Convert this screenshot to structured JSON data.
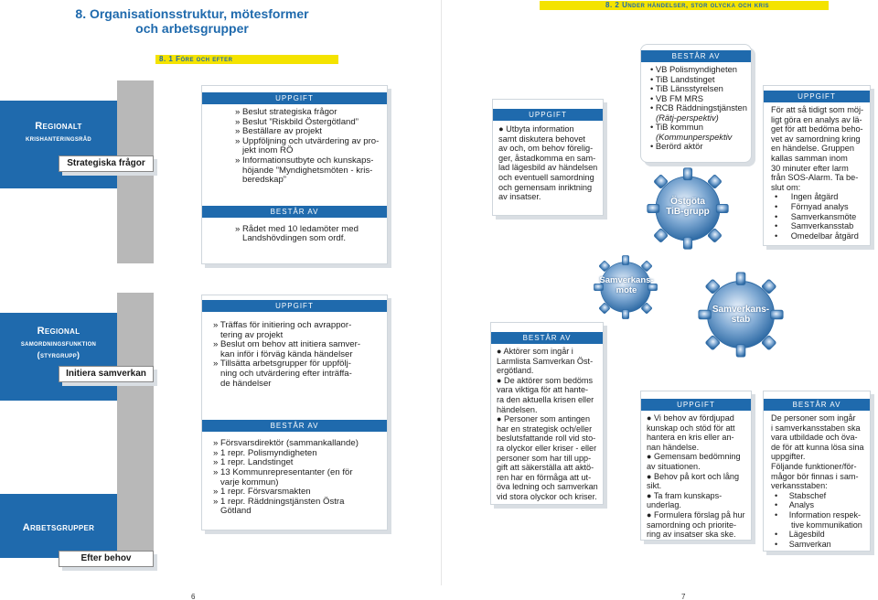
{
  "header": {
    "title_line1": "8. Organisationsstruktur, mötesformer",
    "title_line2": "och arbetsgrupper",
    "section_81": "8. 1 Före och efter",
    "section_82": "8. 2 Under händelser, stor olycka och kris"
  },
  "levels": {
    "regional_kris": {
      "line1": "Regionalt",
      "line2": "krishanteringsråd",
      "tag": "Strategiska frågor"
    },
    "samordning": {
      "line1": "Regional",
      "line2": "samordningsfunktion",
      "line3": "(styrgrupp)",
      "tag": "Initiera samverkan"
    },
    "arbetsgrupper": {
      "label": "Arbetsgrupper",
      "tag": "Efter behov"
    }
  },
  "panel_kris": {
    "uppgift_head": "UPPGIFT",
    "uppgift_lines": [
      "» Beslut strategiska frågor",
      "» Beslut ”Riskbild Östergötland”",
      "» Beställare av projekt",
      "» Uppföljning och utvärdering av pro-",
      "jekt inom RÖ",
      "» Informationsutbyte och kunskaps-",
      "höjande ”Myndighetsmöten - kris-",
      "beredskap”"
    ],
    "bestar_head": "BESTÅR AV",
    "bestar_lines": [
      "» Rådet med 10 ledamöter med",
      "Landshövdingen som ordf."
    ]
  },
  "panel_samordning": {
    "uppgift_head": "UPPGIFT",
    "uppgift_lines": [
      "» Träffas för initiering och avrappor-",
      "tering av projekt",
      "» Beslut om behov att initiera samver-",
      "kan inför i förväg kända händelser",
      "» Tillsätta arbetsgrupper för uppfölj-",
      "ning och utvärdering efter inträffa-",
      "de händelser"
    ],
    "bestar_head": "BESTÅR AV",
    "bestar_lines": [
      "» Försvarsdirektör (sammankallande)",
      "» 1 repr. Polismyndigheten",
      "» 1 repr. Landstinget",
      "» 13 Kommunrepresentanter (en för",
      "varje kommun)",
      "» 1 repr. Försvarsmakten",
      "» 1 repr. Räddningstjänsten Östra",
      "Götland"
    ]
  },
  "panel_tib_uppgift": {
    "head": "UPPGIFT",
    "lines": [
      "● Utbyta information",
      "samt diskutera behovet",
      "av och, om behov förelig-",
      "ger, åstadkomma en sam-",
      "lad lägesbild av händelsen",
      "och eventuell samordning",
      "och gemensam inriktning",
      "av insatser."
    ]
  },
  "panel_tib_bestar": {
    "head": "BESTÅR AV",
    "lines": [
      "• VB Polismyndigheten",
      "• TiB Landstinget",
      "• TiB Länsstyrelsen",
      "• VB FM MRS",
      "• RCB Räddningstjänsten",
      "(Rätj-perspektiv)",
      "• TiB kommun",
      "(Kommunperspektiv",
      "• Berörd aktör"
    ]
  },
  "panel_tib_uppgift2": {
    "head": "UPPGIFT",
    "lines": [
      "För att så tidigt som möj-",
      "ligt göra en analys av lä-",
      "get för att bedöma beho-",
      "vet av samordning kring",
      "en händelse. Gruppen",
      "kallas samman inom",
      "30 minuter efter larm",
      "från SOS-Alarm. Ta be-",
      "slut om:"
    ],
    "bullets": [
      "Ingen åtgärd",
      "Förnyad analys",
      "Samverkansmöte",
      "Samverkansstab",
      "Omedelbar åtgärd"
    ]
  },
  "panel_mote_bestar": {
    "head": "BESTÅR AV",
    "lines": [
      "● Aktörer som ingår i",
      "Larmlista Samverkan Öst-",
      "ergötland.",
      "● De aktörer som bedöms",
      "vara viktiga för att hante-",
      "ra den aktuella krisen eller",
      "händelsen.",
      "● Personer som antingen",
      "har en strategisk och/eller",
      "beslutsfattande roll vid sto-",
      "ra olyckor eller kriser - eller",
      "personer som har till upp-",
      "gift att säkerställa att aktö-",
      "ren har en förmåga att ut-",
      "öva ledning och samverkan",
      "vid stora olyckor och kriser."
    ]
  },
  "panel_stab_uppgift": {
    "head": "UPPGIFT",
    "lines": [
      "● Vi behov av fördjupad",
      "kunskap och stöd för att",
      "hantera en kris eller an-",
      "nan händelse.",
      "● Gemensam bedömning",
      "av situationen.",
      "● Behov på kort och lång",
      "sikt.",
      "● Ta fram kunskaps-",
      "underlag.",
      "● Formulera förslag på hur",
      "samordning och priorite-",
      "ring av insatser ska ske."
    ]
  },
  "panel_stab_bestar": {
    "head": "BESTÅR AV",
    "lines": [
      "De personer som ingår",
      "i samverkansstaben ska",
      "vara utbildade och öva-",
      "de för att kunna lösa sina",
      "uppgifter.",
      "Följande funktioner/för-",
      "mågor bör finnas i sam-",
      "verkansstaben:"
    ],
    "bullets": [
      "Stabschef",
      "Analys",
      "Information respek-",
      "tive kommunikation",
      "Lägesbild",
      "Samverkan"
    ]
  },
  "gears": {
    "tib": {
      "line1": "Östgöta",
      "line2": "TiB-grupp"
    },
    "mote": {
      "line1": "Samverkans-",
      "line2": "möte"
    },
    "stab": {
      "line1": "Samverkans-",
      "line2": "stab"
    }
  },
  "pages": {
    "left": "6",
    "right": "7"
  },
  "colors": {
    "blue": "#1f6aad",
    "yellow": "#f4e300",
    "grey": "#b8b8b8"
  }
}
